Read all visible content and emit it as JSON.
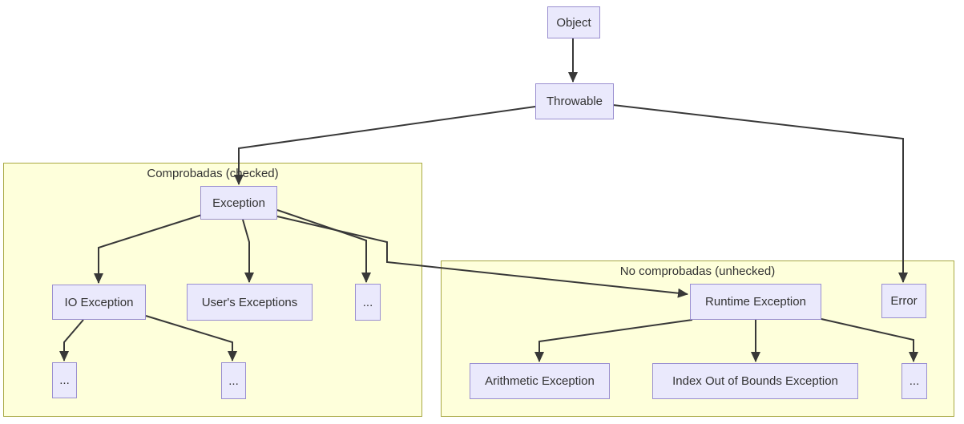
{
  "groups": {
    "checked": {
      "title": "Comprobadas (checked)"
    },
    "unchecked": {
      "title": "No comprobadas (unhecked)"
    }
  },
  "nodes": {
    "object": {
      "label": "Object"
    },
    "throwable": {
      "label": "Throwable"
    },
    "exception": {
      "label": "Exception"
    },
    "io_exception": {
      "label": "IO Exception"
    },
    "users_exceptions": {
      "label": "User's Exceptions"
    },
    "exception_more": {
      "label": "..."
    },
    "io_more_left": {
      "label": "..."
    },
    "io_more_right": {
      "label": "..."
    },
    "runtime_exception": {
      "label": "Runtime Exception"
    },
    "error": {
      "label": "Error"
    },
    "arithmetic_exception": {
      "label": "Arithmetic Exception"
    },
    "index_out_of_bounds": {
      "label": "Index Out of Bounds Exception"
    },
    "runtime_more": {
      "label": "..."
    }
  },
  "edges": [
    {
      "from": "object",
      "to": "throwable"
    },
    {
      "from": "throwable",
      "to": "exception"
    },
    {
      "from": "throwable",
      "to": "error"
    },
    {
      "from": "exception",
      "to": "io_exception"
    },
    {
      "from": "exception",
      "to": "users_exceptions"
    },
    {
      "from": "exception",
      "to": "exception_more"
    },
    {
      "from": "exception",
      "to": "runtime_exception"
    },
    {
      "from": "io_exception",
      "to": "io_more_left"
    },
    {
      "from": "io_exception",
      "to": "io_more_right"
    },
    {
      "from": "runtime_exception",
      "to": "arithmetic_exception"
    },
    {
      "from": "runtime_exception",
      "to": "index_out_of_bounds"
    },
    {
      "from": "runtime_exception",
      "to": "runtime_more"
    }
  ],
  "colors": {
    "node_fill": "#eae9fc",
    "node_border": "#9a8fd0",
    "group_fill": "#feffdb",
    "group_border": "#a9a943",
    "edge": "#383838",
    "text": "#333333"
  }
}
